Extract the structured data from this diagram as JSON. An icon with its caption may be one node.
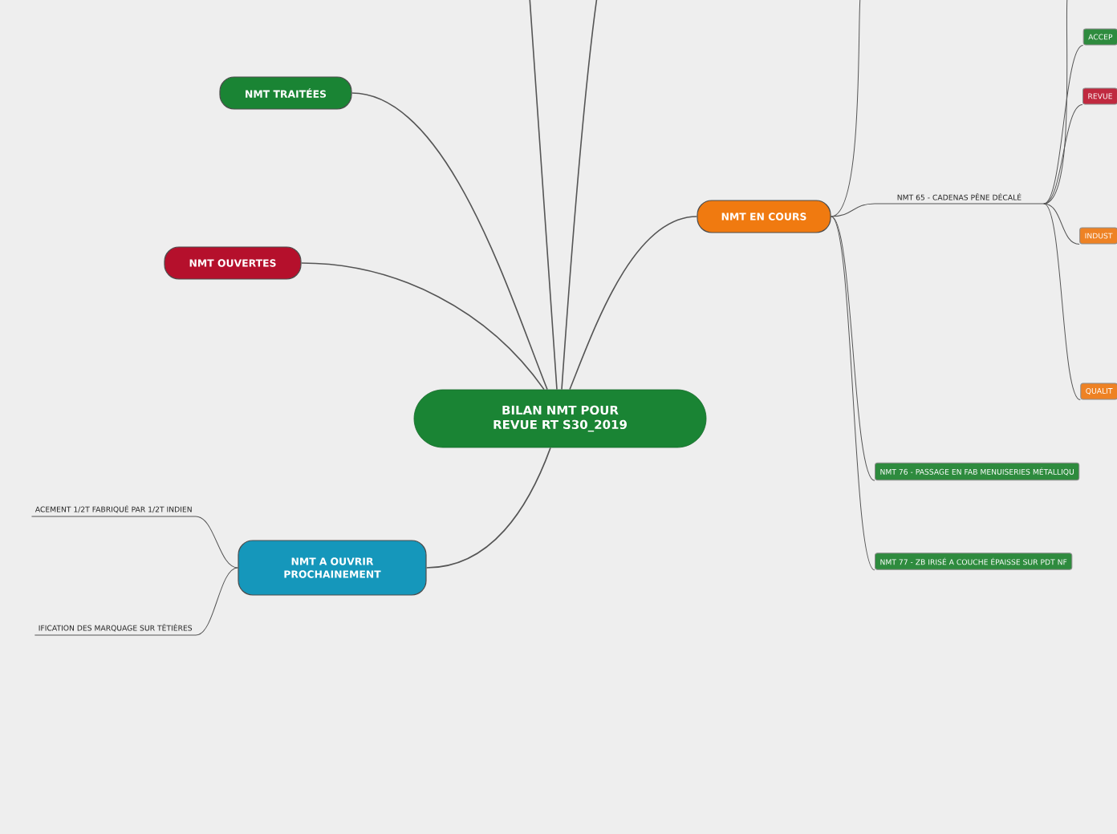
{
  "diagram": {
    "nodes": [
      {
        "text": [
          "BILAN NMT POUR REVUE RT S30_2019"
        ]
      },
      {
        "text": [
          "NMT TRAITÉES"
        ]
      },
      {
        "text": [
          "NMT OUVERTES"
        ]
      },
      {
        "text": [
          "NMT EN COURS"
        ]
      },
      {
        "text": [
          "NMT A OUVRIR PROCHAINEMENT"
        ]
      },
      {
        "text": [
          "NMT 65 - CADENAS PÊNE DÉCALÉ"
        ]
      },
      {
        "text": [
          "ACCEP"
        ]
      },
      {
        "text": [
          "REVUE"
        ]
      },
      {
        "text": [
          "INDUST"
        ]
      },
      {
        "text": [
          "QUALIT"
        ]
      },
      {
        "text": [
          "NMT 76 - PASSAGE EN FAB MENUISERIES MÉTALLIQU"
        ]
      },
      {
        "text": [
          "NMT 77 - ZB IRISÉ A COUCHE ÉPAISSE SUR PDT NF"
        ]
      },
      {
        "text": [
          "ACEMENT 1/2T FABRIQUÉ PAR 1/2T INDIEN"
        ]
      },
      {
        "text": [
          "IFICATION DES MARQUAGE SUR TÊTIÈRES"
        ]
      }
    ],
    "edges": [
      {
        "from": 0,
        "to": 1,
        "arrow": "none"
      },
      {
        "from": 0,
        "to": 2,
        "arrow": "none"
      },
      {
        "from": 0,
        "to": 3,
        "arrow": "none"
      },
      {
        "from": 0,
        "to": 4,
        "arrow": "none"
      },
      {
        "from": 0,
        "to": null,
        "arrow": "none"
      },
      {
        "from": 0,
        "to": null,
        "arrow": "none"
      },
      {
        "from": 3,
        "to": 5,
        "arrow": "none"
      },
      {
        "from": 3,
        "to": null,
        "arrow": "none"
      },
      {
        "from": 3,
        "to": 10,
        "arrow": "none"
      },
      {
        "from": 3,
        "to": 11,
        "arrow": "none"
      },
      {
        "from": 5,
        "to": 6,
        "arrow": "none"
      },
      {
        "from": 5,
        "to": 7,
        "arrow": "none"
      },
      {
        "from": 5,
        "to": 8,
        "arrow": "none"
      },
      {
        "from": 5,
        "to": 9,
        "arrow": "none"
      },
      {
        "from": 5,
        "to": null,
        "arrow": "none"
      },
      {
        "from": 4,
        "to": 12,
        "arrow": "none"
      },
      {
        "from": 4,
        "to": 13,
        "arrow": "none"
      }
    ]
  }
}
